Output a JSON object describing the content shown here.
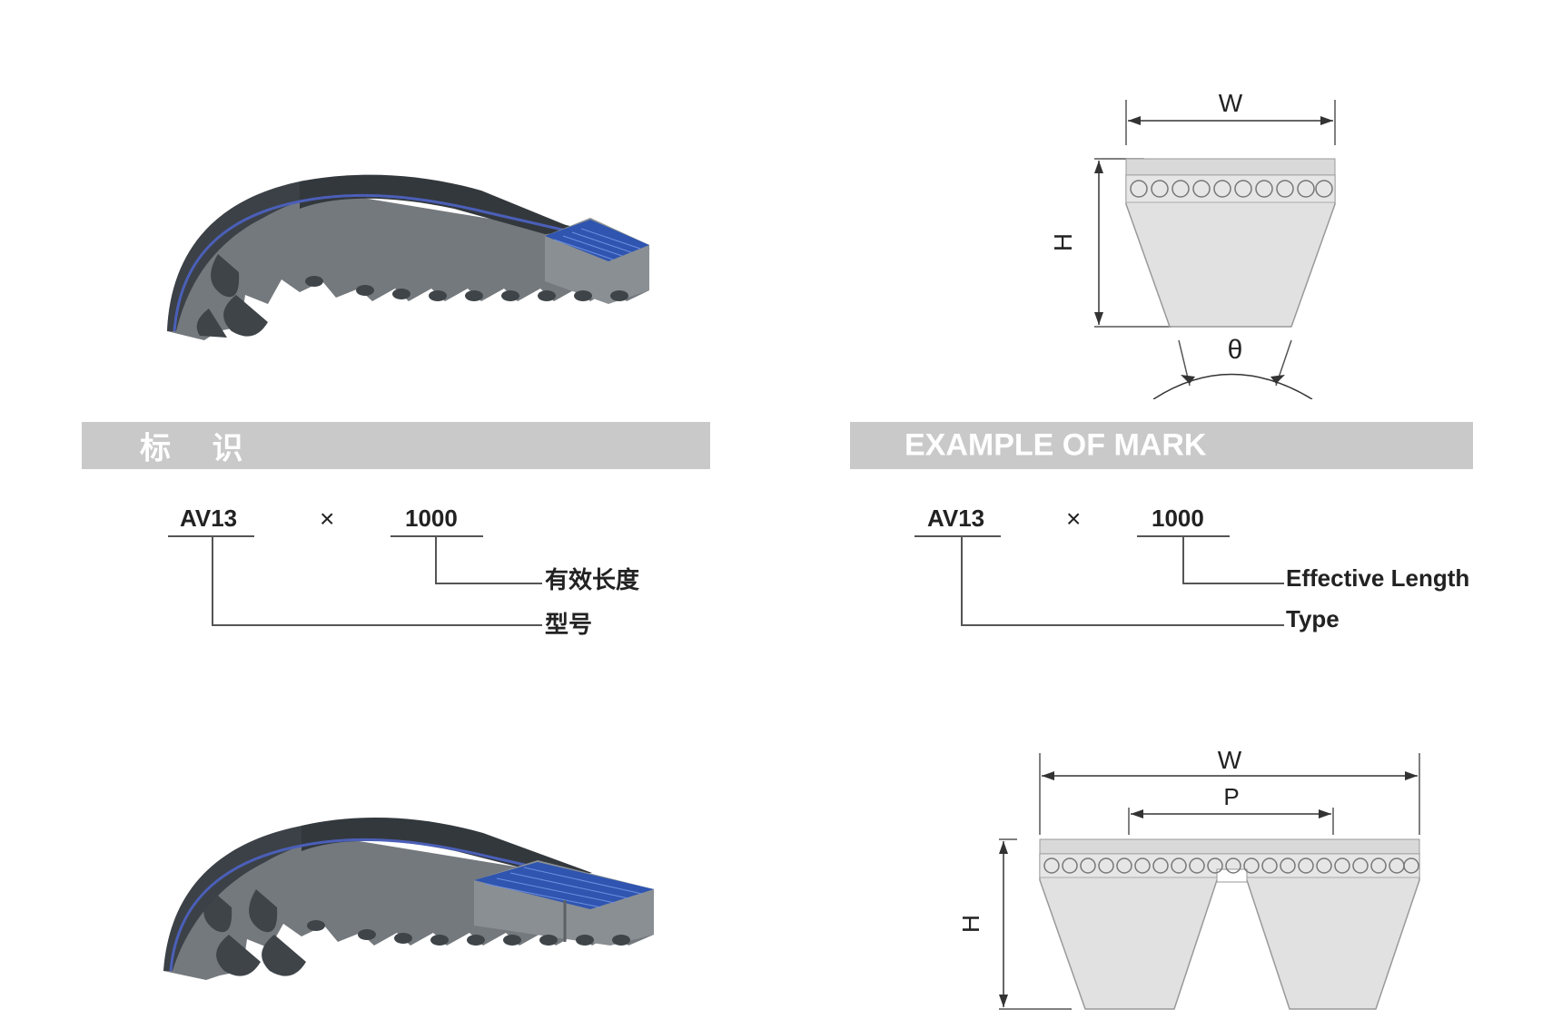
{
  "section_cn": {
    "title": "标 识",
    "type_code": "AV13",
    "times": "×",
    "length": "1000",
    "label_length": "有效长度",
    "label_type": "型号"
  },
  "section_en": {
    "title": "EXAMPLE OF MARK",
    "type_code": "AV13",
    "times": "×",
    "length": "1000",
    "label_length": "Effective  Length",
    "label_type": "Type"
  },
  "single_section": {
    "width_label": "W",
    "height_label": "H",
    "angle_label": "θ"
  },
  "double_section": {
    "width_label": "W",
    "pitch_label": "P",
    "height_label": "H"
  },
  "colors": {
    "header_bar": "#c9c9c9",
    "belt_rubber": "#3e4448",
    "belt_side": "#6f7479",
    "cords_blue": "#2f55b0",
    "section_fill": "#e1e1e1"
  }
}
